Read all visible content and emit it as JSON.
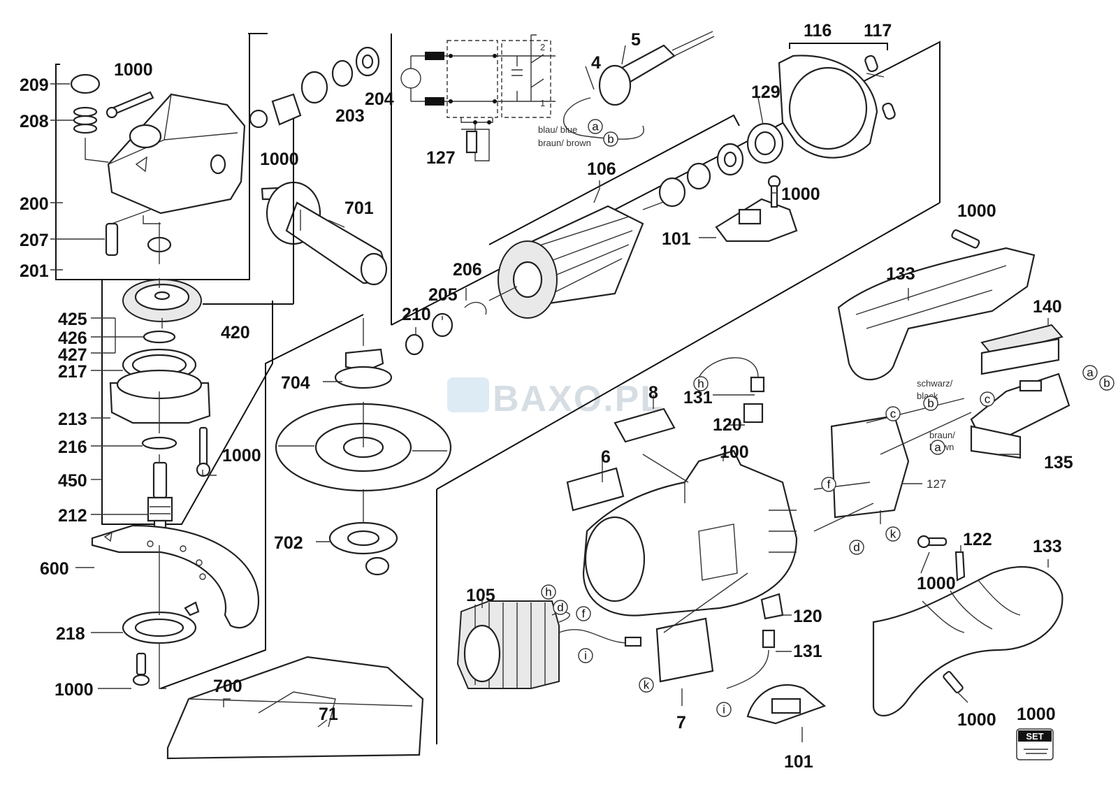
{
  "watermark": "BAXO.PL",
  "part_labels": {
    "p209": "209",
    "p208": "208",
    "p1000_a": "1000",
    "p200": "200",
    "p207": "207",
    "p201": "201",
    "p1000_b": "1000",
    "p203": "203",
    "p204": "204",
    "p701": "701",
    "p420": "420",
    "p425": "425",
    "p426": "426",
    "p427": "427",
    "p217": "217",
    "p213": "213",
    "p216": "216",
    "p1000_c": "1000",
    "p450": "450",
    "p212": "212",
    "p600": "600",
    "p218": "218",
    "p1000_d": "1000",
    "p704": "704",
    "p702": "702",
    "p700": "700",
    "p71": "71",
    "p210": "210",
    "p205": "205",
    "p206": "206",
    "p106": "106",
    "p127_top": "127",
    "p4": "4",
    "p5": "5",
    "p116": "116",
    "p117": "117",
    "p129": "129",
    "p1000_e": "1000",
    "p101_top": "101",
    "p1000_f": "1000",
    "p133_top": "133",
    "p140": "140",
    "p135": "135",
    "p131_top": "131",
    "p120_top": "120",
    "p8": "8",
    "p6": "6",
    "p100": "100",
    "p127_mid": "127",
    "p105": "105",
    "p120_bot": "120",
    "p131_bot": "131",
    "p7": "7",
    "p101_bot": "101",
    "p122": "122",
    "p1000_g": "1000",
    "p133_bot": "133",
    "p1000_h": "1000",
    "p1000_set": "1000"
  },
  "wire_notes": {
    "blue": "blau/ blue",
    "brown": "braun/ brown",
    "black_1": "schwarz/",
    "black_2": "black",
    "brown_mid_1": "braun/",
    "brown_mid_2": "brown"
  },
  "circle_letters": {
    "a": "a",
    "b": "b",
    "c": "c",
    "d": "d",
    "f": "f",
    "h": "h",
    "i": "i",
    "k": "k"
  },
  "switch_terminals": {
    "t1": "1",
    "t2": "2"
  },
  "set_badge": "SET"
}
